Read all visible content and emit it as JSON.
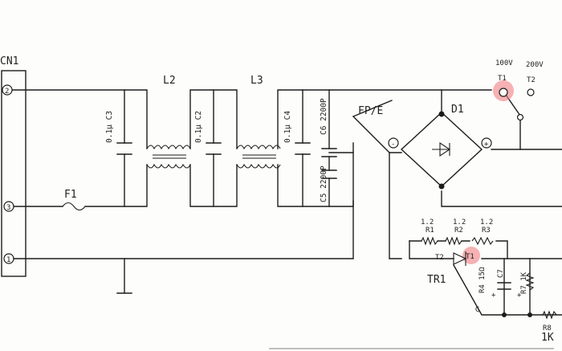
{
  "connector": {
    "label": "CN1",
    "pins": [
      "2",
      "3",
      "1"
    ]
  },
  "inductors": [
    {
      "id": "L2",
      "label": "L2"
    },
    {
      "id": "L3",
      "label": "L3"
    }
  ],
  "capacitors": [
    {
      "id": "C3",
      "label": "0.1μ C3"
    },
    {
      "id": "C2",
      "label": "0.1μ C2"
    },
    {
      "id": "C4",
      "label": "0.1μ C4"
    },
    {
      "id": "C6",
      "label": "C6 2200P"
    },
    {
      "id": "C5",
      "label": "C5 2200P"
    },
    {
      "id": "C7",
      "label": "C7"
    }
  ],
  "fuse": {
    "label": "F1"
  },
  "bridge": {
    "label": "D1",
    "minus": "-",
    "plus": "+"
  },
  "switch": {
    "t1_label": "T1",
    "t2_label": "T2",
    "v1": "100V",
    "v2": "200V",
    "highlight_color": "#f07f84"
  },
  "resistors": [
    {
      "id": "R1",
      "value": "1.2",
      "label": "R1"
    },
    {
      "id": "R2",
      "value": "1.2",
      "label": "R2"
    },
    {
      "id": "R3",
      "value": "1.2",
      "label": "R3"
    },
    {
      "id": "R4",
      "label": "R4 15Ω"
    },
    {
      "id": "R7",
      "label": "R7 1K"
    },
    {
      "id": "R8",
      "label": "R8",
      "value": "1K"
    }
  ],
  "triac": {
    "label": "TR1",
    "t1": "T1",
    "t2": "T2",
    "gate": "G"
  },
  "fg": {
    "label": "FP/E"
  },
  "misc": {
    "plus": "+"
  }
}
